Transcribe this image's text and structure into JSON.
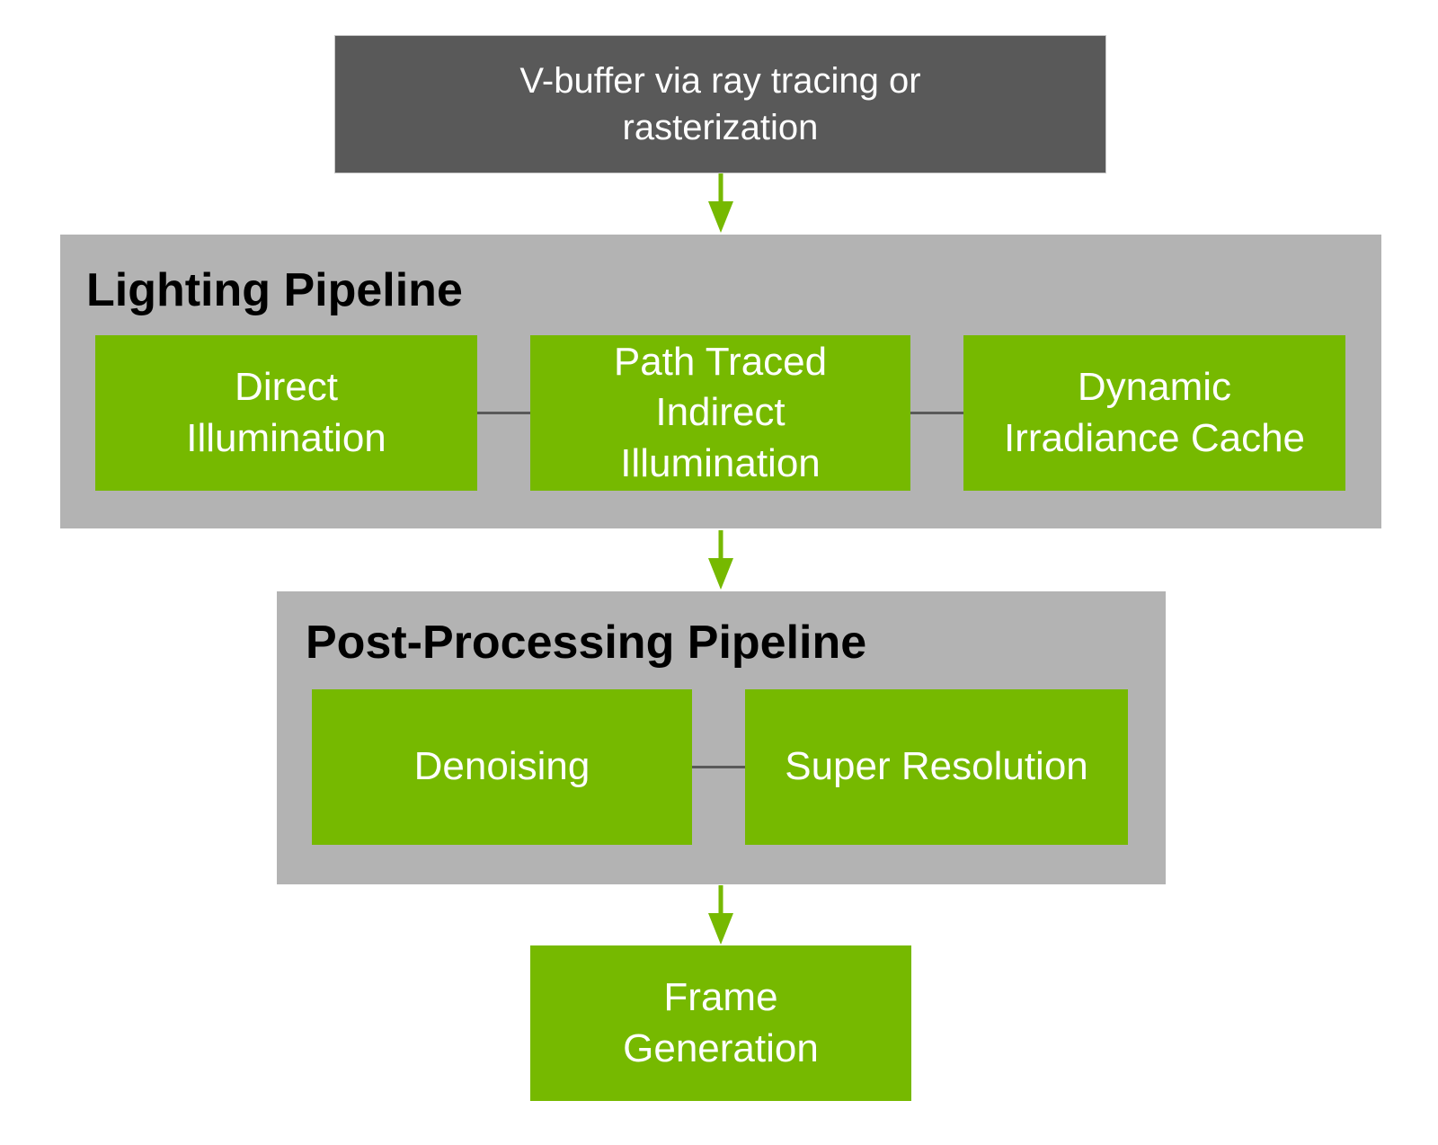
{
  "colors": {
    "background": "#ffffff",
    "dark_box": "#595959",
    "container": "#b3b3b3",
    "node_green": "#76b900",
    "arrow": "#76b900",
    "connector": "#595959",
    "title_text": "#000000",
    "node_text": "#ffffff"
  },
  "nodes": {
    "v_buffer": {
      "label": "V-buffer via ray tracing or\nrasterization"
    },
    "frame_generation": {
      "label": "Frame\nGeneration"
    }
  },
  "lighting_pipeline": {
    "title": "Lighting Pipeline",
    "nodes": [
      {
        "label": "Direct\nIllumination"
      },
      {
        "label": "Path Traced\nIndirect\nIllumination"
      },
      {
        "label": "Dynamic\nIrradiance Cache"
      }
    ]
  },
  "post_processing_pipeline": {
    "title": "Post-Processing Pipeline",
    "nodes": [
      {
        "label": "Denoising"
      },
      {
        "label": "Super Resolution"
      }
    ]
  }
}
